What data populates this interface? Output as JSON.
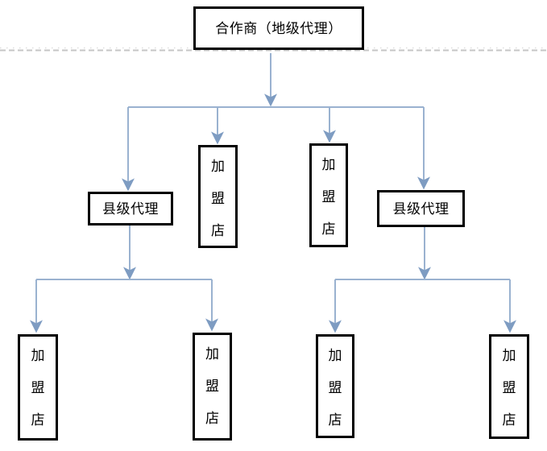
{
  "nodes": {
    "root": {
      "label": "合作商（地级代理）"
    },
    "county_agent_left": {
      "label": "县级代理"
    },
    "county_agent_right": {
      "label": "县级代理"
    },
    "franchise_mid_left": {
      "label": "加盟店"
    },
    "franchise_mid_right": {
      "label": "加盟店"
    },
    "franchise_bottom_1": {
      "label": "加盟店"
    },
    "franchise_bottom_2": {
      "label": "加盟店"
    },
    "franchise_bottom_3": {
      "label": "加盟店"
    },
    "franchise_bottom_4": {
      "label": "加盟店"
    }
  },
  "colors": {
    "connector_line": "#9AB2D0",
    "arrowhead": "#7E9CC2",
    "box_border": "#000000",
    "box_background": "#FFFFFF",
    "text": "#000000",
    "page_divider_dash": "#C6C6C6",
    "page_divider_dot": "#DDDDDD",
    "page_background": "#FFFFFF"
  }
}
